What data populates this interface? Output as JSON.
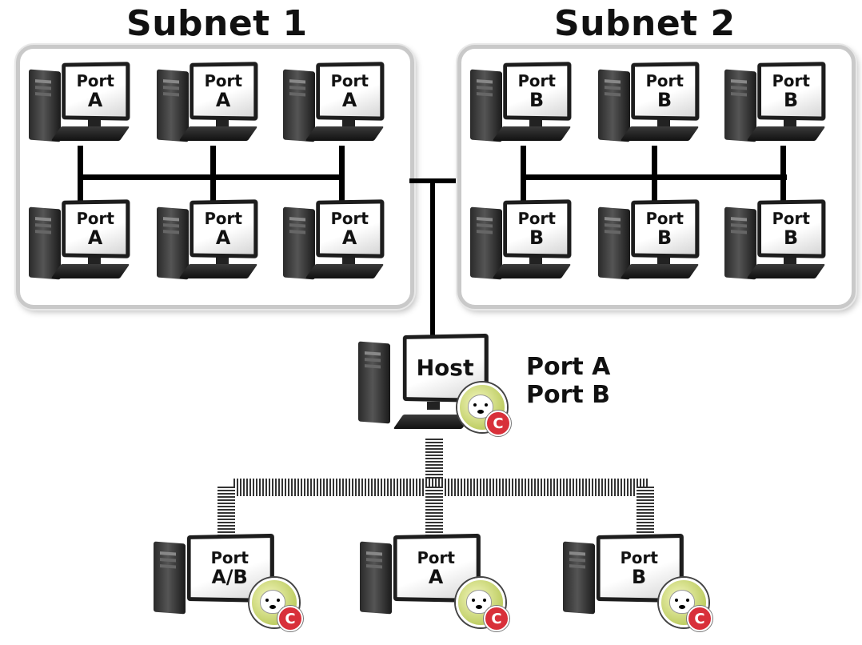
{
  "subnets": [
    {
      "title": "Subnet 1",
      "computers": [
        {
          "line1": "Port",
          "line2": "A"
        },
        {
          "line1": "Port",
          "line2": "A"
        },
        {
          "line1": "Port",
          "line2": "A"
        },
        {
          "line1": "Port",
          "line2": "A"
        },
        {
          "line1": "Port",
          "line2": "A"
        },
        {
          "line1": "Port",
          "line2": "A"
        }
      ]
    },
    {
      "title": "Subnet 2",
      "computers": [
        {
          "line1": "Port",
          "line2": "B"
        },
        {
          "line1": "Port",
          "line2": "B"
        },
        {
          "line1": "Port",
          "line2": "B"
        },
        {
          "line1": "Port",
          "line2": "B"
        },
        {
          "line1": "Port",
          "line2": "B"
        },
        {
          "line1": "Port",
          "line2": "B"
        }
      ]
    }
  ],
  "host": {
    "label": "Host",
    "ports": [
      "Port A",
      "Port B"
    ],
    "badge_icon": "polar-bear-badge-icon",
    "badge_letter": "C"
  },
  "clients": [
    {
      "line1": "Port",
      "line2": "A/B",
      "badge_letter": "C"
    },
    {
      "line1": "Port",
      "line2": "A",
      "badge_letter": "C"
    },
    {
      "line1": "Port",
      "line2": "B",
      "badge_letter": "C"
    }
  ],
  "colors": {
    "badge_red": "#d8303a",
    "badge_green": "#a8bc3c",
    "box_border": "#c9c9c9"
  }
}
